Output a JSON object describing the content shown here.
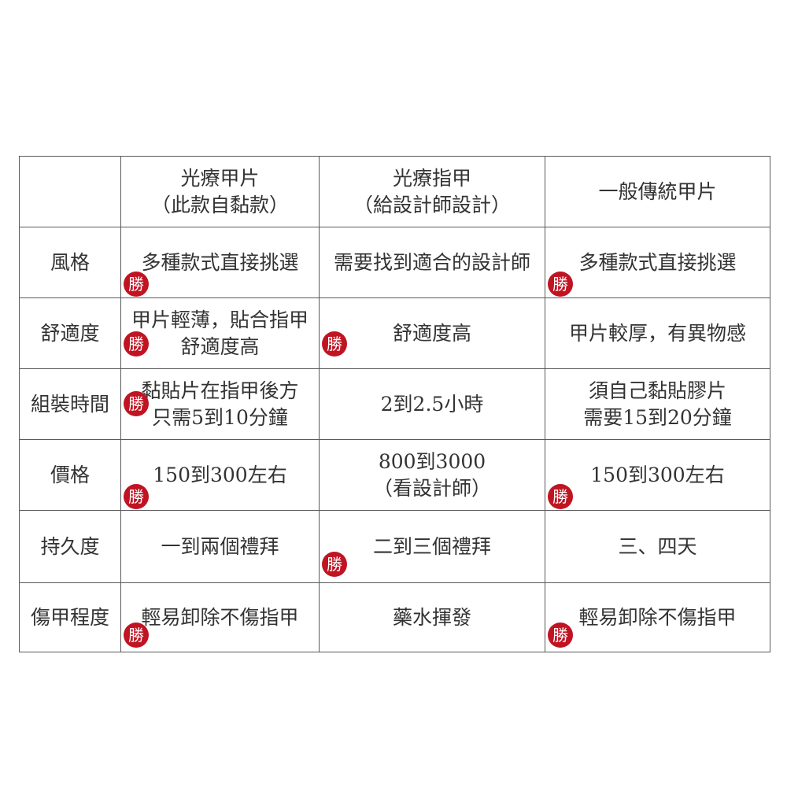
{
  "colors": {
    "border": "#5a5a5a",
    "text": "#333333",
    "badge_bg": "#c01423",
    "badge_text": "#ffffff"
  },
  "table": {
    "header": [
      {
        "lines": []
      },
      {
        "lines": [
          "光療甲片",
          "（此款自黏款）"
        ]
      },
      {
        "lines": [
          "光療指甲",
          "（給設計師設計）"
        ]
      },
      {
        "lines": [
          "一般傳統甲片"
        ]
      }
    ],
    "rows": [
      {
        "label": "風格",
        "cells": [
          {
            "lines": [
              "多種款式直接挑選"
            ],
            "win": "勝"
          },
          {
            "lines": [
              "需要找到適合的設計師"
            ]
          },
          {
            "lines": [
              "多種款式直接挑選"
            ],
            "win": "勝"
          }
        ]
      },
      {
        "label": "舒適度",
        "cells": [
          {
            "lines": [
              "甲片輕薄，貼合指甲",
              "舒適度高"
            ],
            "win": "勝"
          },
          {
            "lines": [
              "舒適度高"
            ],
            "win": "勝"
          },
          {
            "lines": [
              "甲片較厚，有異物感"
            ]
          }
        ]
      },
      {
        "label": "組裝時間",
        "cells": [
          {
            "lines": [
              "黏貼片在指甲後方",
              "只需5到10分鐘"
            ],
            "win": "勝"
          },
          {
            "lines": [
              "2到2.5小時"
            ]
          },
          {
            "lines": [
              "須自己黏貼膠片",
              "需要15到20分鐘"
            ]
          }
        ]
      },
      {
        "label": "價格",
        "cells": [
          {
            "lines": [
              "150到300左右"
            ],
            "win": "勝"
          },
          {
            "lines": [
              "800到3000",
              "（看設計師）"
            ]
          },
          {
            "lines": [
              "150到300左右"
            ],
            "win": "勝"
          }
        ]
      },
      {
        "label": "持久度",
        "cells": [
          {
            "lines": [
              "一到兩個禮拜"
            ]
          },
          {
            "lines": [
              "二到三個禮拜"
            ],
            "win": "勝"
          },
          {
            "lines": [
              "三、四天"
            ]
          }
        ]
      },
      {
        "label": "傷甲程度",
        "cells": [
          {
            "lines": [
              "輕易卸除不傷指甲"
            ],
            "win": "勝"
          },
          {
            "lines": [
              "藥水揮發"
            ]
          },
          {
            "lines": [
              "輕易卸除不傷指甲"
            ],
            "win": "勝"
          }
        ]
      }
    ]
  }
}
